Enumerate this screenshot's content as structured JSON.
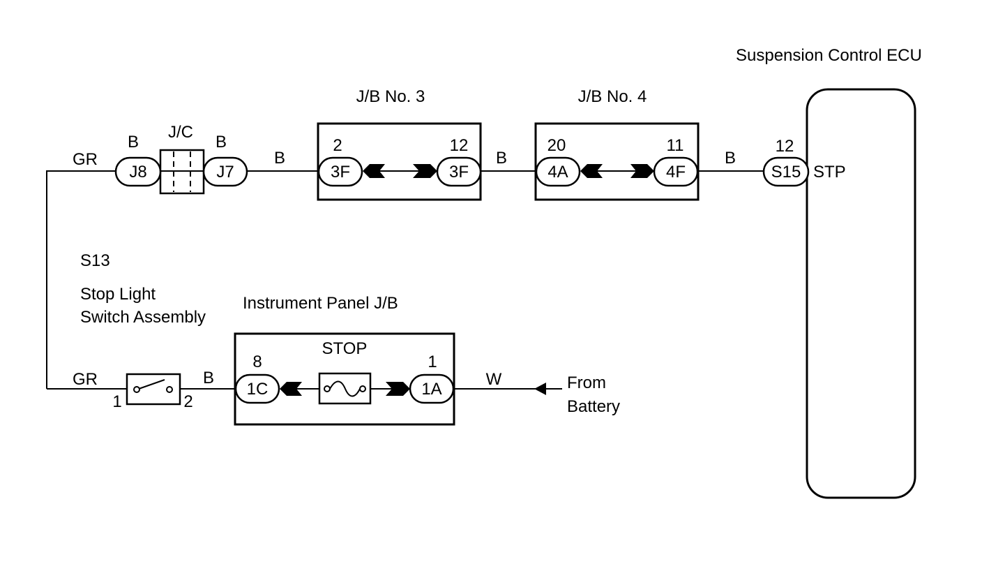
{
  "components": {
    "ecu": {
      "title": "Suspension Control ECU",
      "terminal_name": "STP",
      "connector": "S15",
      "pin": "12"
    },
    "jb3": {
      "title": "J/B No. 3",
      "left_connector": "3F",
      "left_pin": "2",
      "right_connector": "3F",
      "right_pin": "12"
    },
    "jb4": {
      "title": "J/B No. 4",
      "left_connector": "4A",
      "left_pin": "20",
      "right_connector": "4F",
      "right_pin": "11"
    },
    "jc": {
      "title": "J/C",
      "left_connector": "J8",
      "right_connector": "J7",
      "left_wire": "B",
      "right_wire": "B"
    },
    "stop_switch": {
      "code": "S13",
      "name_line1": "Stop Light",
      "name_line2": "Switch Assembly",
      "pin_left": "1",
      "pin_right": "2"
    },
    "ip_jb": {
      "title": "Instrument Panel J/B",
      "fuse_label": "STOP",
      "left_connector": "1C",
      "left_pin": "8",
      "right_connector": "1A",
      "right_pin": "1"
    },
    "battery": {
      "line1": "From",
      "line2": "Battery"
    }
  },
  "wires": {
    "gr_top": "GR",
    "jc_to_jb3": "B",
    "jb3_to_jb4": "B",
    "jb4_to_ecu": "B",
    "gr_bottom": "GR",
    "switch_to_ipjb": "B",
    "ipjb_to_battery": "W"
  }
}
